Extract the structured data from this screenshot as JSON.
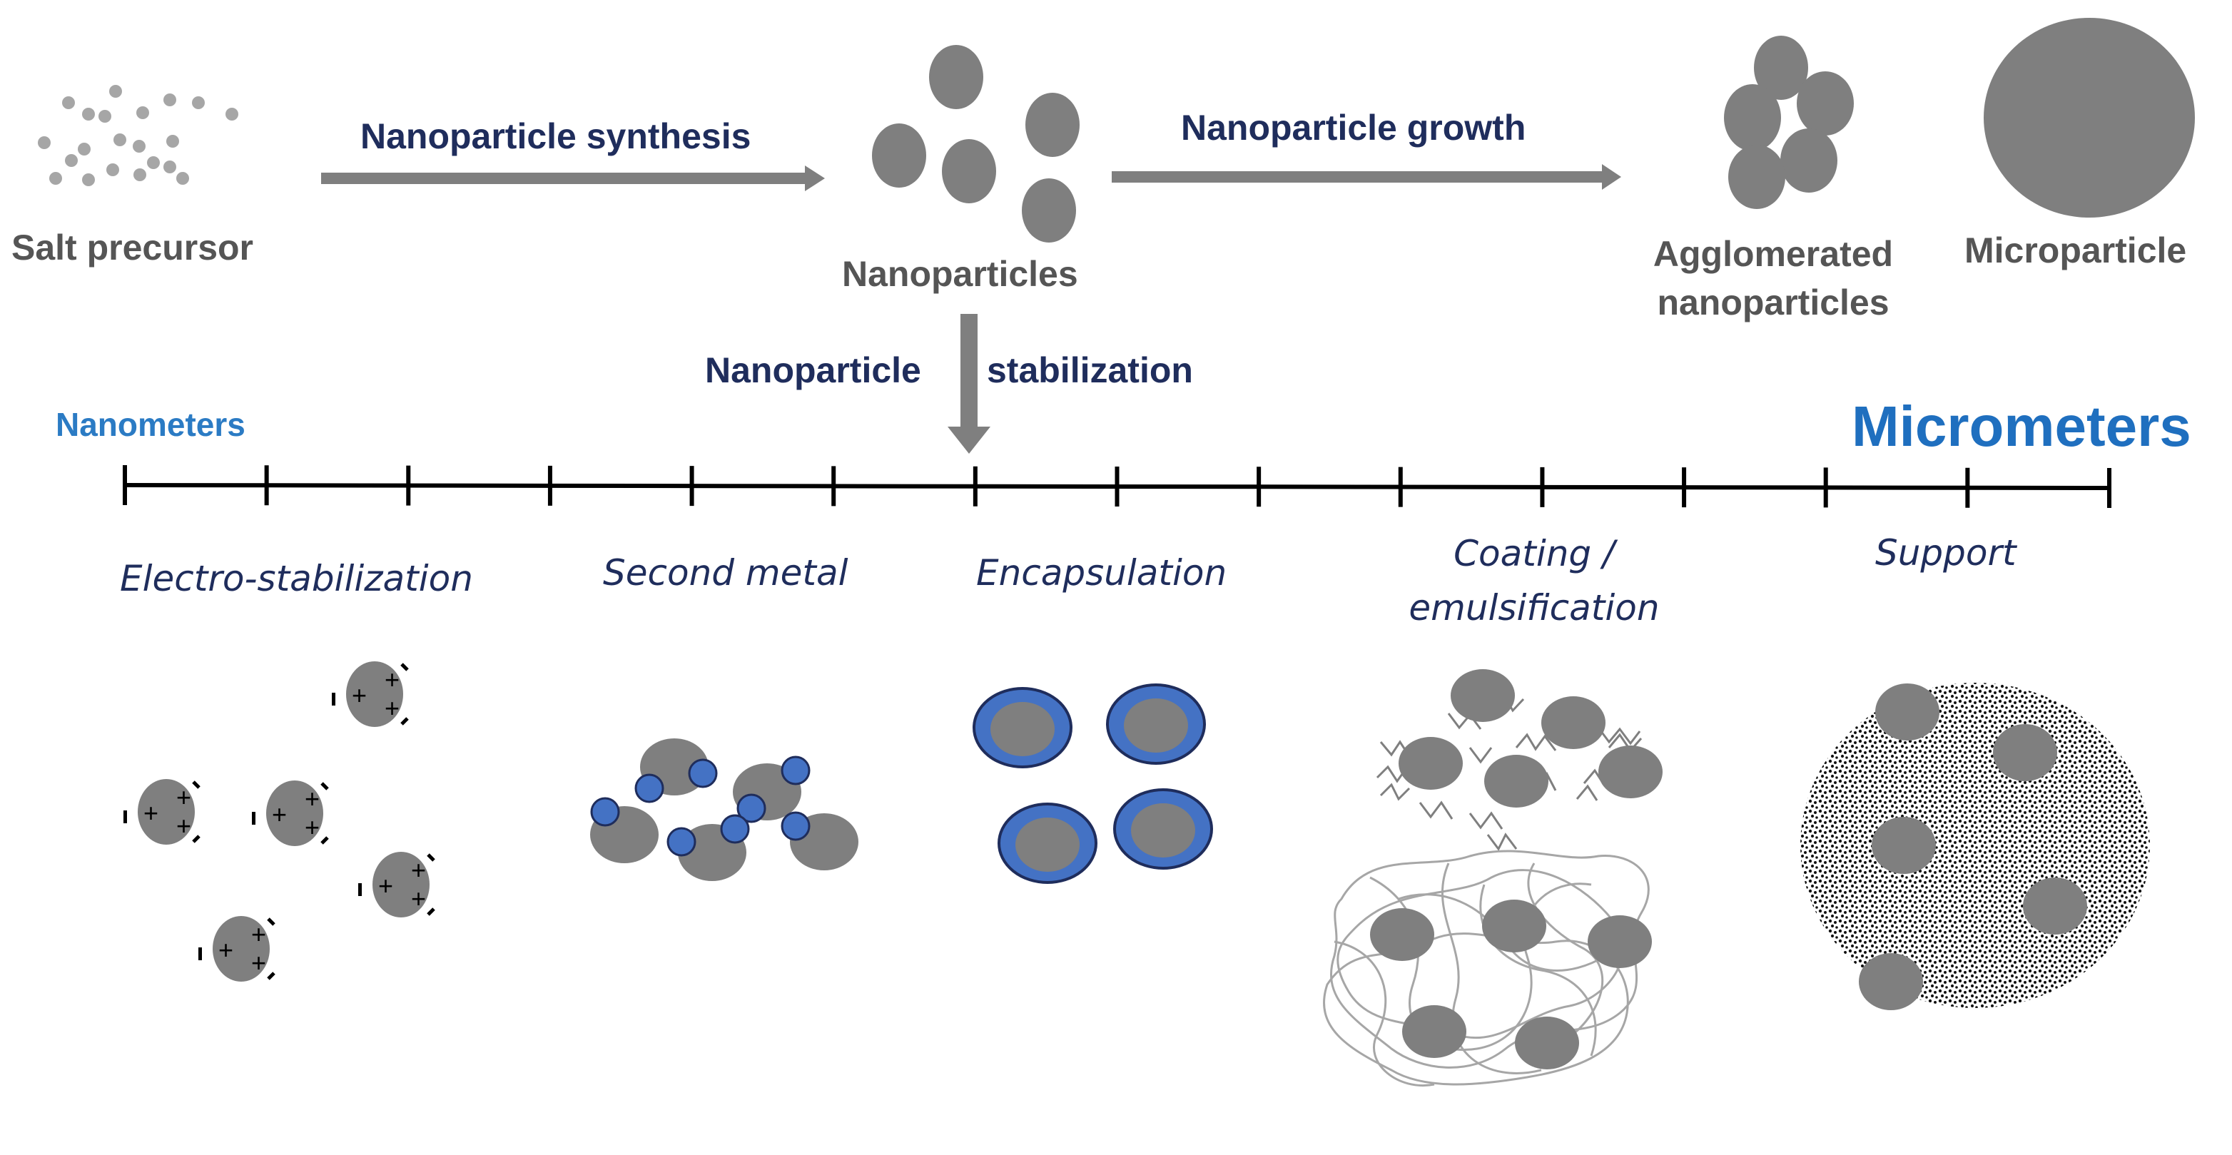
{
  "colors": {
    "particle": "#7f7f7f",
    "small_particle": "#a6a6a6",
    "navy_text": "#1f2d5c",
    "blue_accent": "#4472c4",
    "scale_blue": "#1f6fbf",
    "axis": "#000000"
  },
  "top_flow": {
    "salt_precursor": "Salt precursor",
    "synthesis_arrow": "Nanoparticle synthesis",
    "nanoparticles": "Nanoparticles",
    "growth_arrow": "Nanoparticle growth",
    "agglomerated_line1": "Agglomerated",
    "agglomerated_line2": "nanoparticles",
    "microparticle": "Microparticle"
  },
  "stabilization": {
    "word1": "Nanoparticle",
    "word2": "stabilization"
  },
  "scale": {
    "left_label": "Nanometers",
    "right_label": "Micrometers",
    "tick_count": 15
  },
  "methods": {
    "electro": "Electro-stabilization",
    "second_metal": "Second metal",
    "encapsulation": "Encapsulation",
    "coating_line1": "Coating /",
    "coating_line2": "emulsification",
    "support": "Support"
  },
  "charges": {
    "plus": "+",
    "minus": "-"
  }
}
